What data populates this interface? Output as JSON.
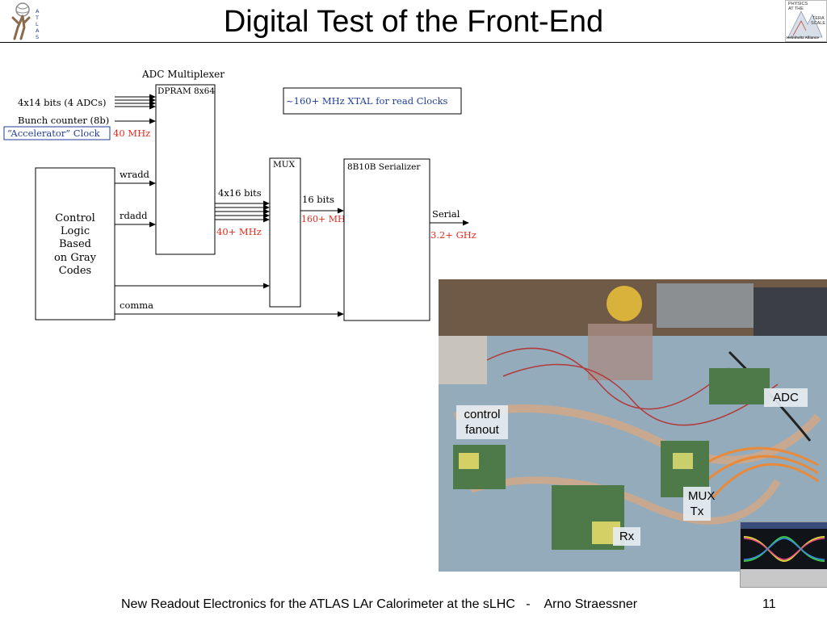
{
  "slide": {
    "title": "Digital Test of the Front-End",
    "footer_text": "New Readout Electronics for the ATLAS LAr Calorimeter at the sLHC   -    Arno Straessner",
    "page_number": "11"
  },
  "logos": {
    "left_icon": "atlas-logo-icon",
    "left_letters": [
      "A",
      "T",
      "L",
      "A",
      "S"
    ],
    "right_icon": "physics-at-the-terascale-logo-icon",
    "right_lines": [
      "PHYSICS",
      "AT THE",
      "TERA",
      "SCALE",
      "Helmholtz Alliance"
    ]
  },
  "diagram": {
    "adc_mux_label": "ADC Multiplexer",
    "dpram_label": "DPRAM 8x64",
    "input_adcs": "4x14 bits (4 ADCs)",
    "input_bunch": "Bunch counter (8b)",
    "input_clock": "“Accelerator” Clock",
    "clock_freq": "40 MHz",
    "xtal_label": "~160+ MHz XTAL for read Clocks",
    "control_lines": [
      "Control",
      "Logic",
      "Based",
      "on Gray",
      "Codes"
    ],
    "wradd": "wradd",
    "rdadd": "rdadd",
    "comma": "comma",
    "bus_4x16": "4x16 bits",
    "freq_40": "40+ MHz",
    "mux_label": "MUX",
    "bits_16": "16 bits",
    "freq_160": "160+ MHz",
    "serializer_label": "8B10B Serializer",
    "serial_label": "Serial",
    "freq_32": "3.2+ GHz",
    "colors": {
      "red": "#e8291c",
      "blue": "#1f3d99"
    }
  },
  "photo": {
    "labels": {
      "adc": "ADC",
      "control_1": "control",
      "control_2": "fanout",
      "mux_1": "MUX",
      "mux_2": "Tx",
      "rx": "Rx"
    }
  }
}
